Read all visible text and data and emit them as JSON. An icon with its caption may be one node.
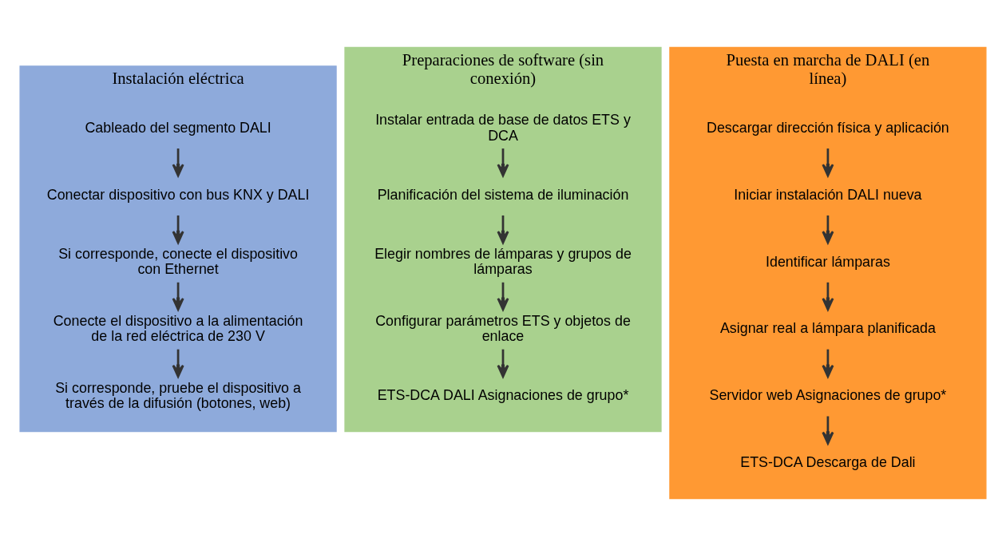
{
  "diagram": {
    "nodes": [
      {
        "text": [
          "Instalación eléctrica"
        ]
      },
      {
        "text": [
          "Cableado del segmento DALI"
        ],
        "in": 0
      },
      {
        "text": [
          "Conectar dispositivo con bus KNX y DALI"
        ],
        "in": 0
      },
      {
        "text": [
          "Si corresponde, conecte el dispositivo con Ethernet"
        ],
        "in": 0
      },
      {
        "text": [
          "Conecte el dispositivo a la alimentación de la red eléctrica de 230 V"
        ],
        "in": 0
      },
      {
        "text": [
          "Si corresponde, pruebe el dispositivo a través de la difusión (botones, web)"
        ],
        "in": 0
      },
      {
        "text": [
          "Preparaciones de software (sin conexión)"
        ]
      },
      {
        "text": [
          "Instalar entrada de base de datos ETS y DCA"
        ],
        "in": 6
      },
      {
        "text": [
          "Planificación del sistema de iluminación"
        ],
        "in": 6
      },
      {
        "text": [
          "Elegir nombres de lámparas y grupos de lámparas"
        ],
        "in": 6
      },
      {
        "text": [
          "Configurar parámetros ETS y objetos de enlace"
        ],
        "in": 6
      },
      {
        "text": [
          "ETS-DCA DALI Asignaciones de grupo*"
        ],
        "in": 6
      },
      {
        "text": [
          "Puesta en marcha de DALI (en línea)"
        ]
      },
      {
        "text": [
          "Descargar dirección física y aplicación"
        ],
        "in": 12
      },
      {
        "text": [
          "Iniciar instalación DALI nueva"
        ],
        "in": 12
      },
      {
        "text": [
          "Identificar lámparas"
        ],
        "in": 12
      },
      {
        "text": [
          "Asignar real a lámpara planificada"
        ],
        "in": 12
      },
      {
        "text": [
          "Servidor web Asignaciones de grupo*"
        ],
        "in": 12
      },
      {
        "text": [
          "ETS-DCA Descarga de Dali"
        ],
        "in": 12
      }
    ],
    "edges": [
      {
        "from": 1,
        "to": 2,
        "arrow": "to"
      },
      {
        "from": 2,
        "to": 3,
        "arrow": "to"
      },
      {
        "from": 3,
        "to": 4,
        "arrow": "to"
      },
      {
        "from": 4,
        "to": 5,
        "arrow": "to"
      },
      {
        "from": 7,
        "to": 8,
        "arrow": "to"
      },
      {
        "from": 8,
        "to": 9,
        "arrow": "to"
      },
      {
        "from": 9,
        "to": 10,
        "arrow": "to"
      },
      {
        "from": 10,
        "to": 11,
        "arrow": "to"
      },
      {
        "from": 13,
        "to": 14,
        "arrow": "to"
      },
      {
        "from": 14,
        "to": 15,
        "arrow": "to"
      },
      {
        "from": 15,
        "to": 16,
        "arrow": "to"
      },
      {
        "from": 16,
        "to": 17,
        "arrow": "to"
      },
      {
        "from": 17,
        "to": 18,
        "arrow": "to"
      }
    ]
  }
}
